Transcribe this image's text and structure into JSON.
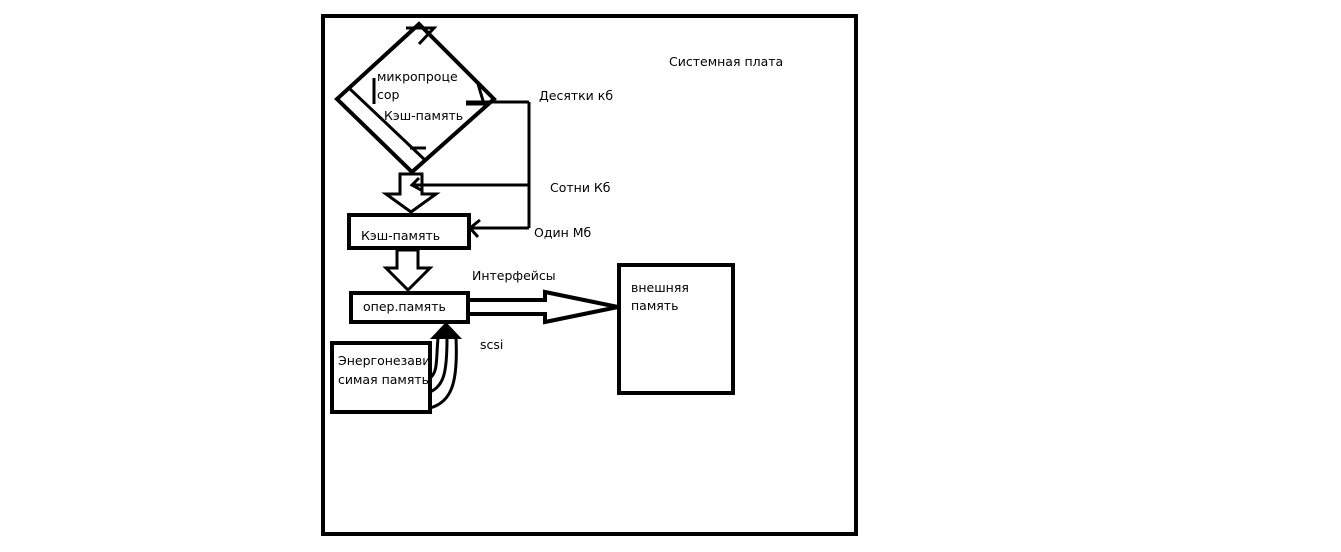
{
  "board": {
    "label": "Системная плата"
  },
  "cpu": {
    "label_line1": "микропроце",
    "label_line2": "сор",
    "cache_label": "Кэш-память"
  },
  "cache": {
    "label": "Кэш-память"
  },
  "ram": {
    "label": "опер.память"
  },
  "nvram": {
    "label_line1": "Энергонезави",
    "label_line2": "симая память"
  },
  "external": {
    "label_line1": "внешняя",
    "label_line2": "память"
  },
  "annotations": {
    "tens_kb": "Десятки кб",
    "hundreds_kb": "Сотни Кб",
    "one_mb": "Один Мб",
    "interfaces": "Интерфейсы",
    "scsi": "scsi"
  }
}
